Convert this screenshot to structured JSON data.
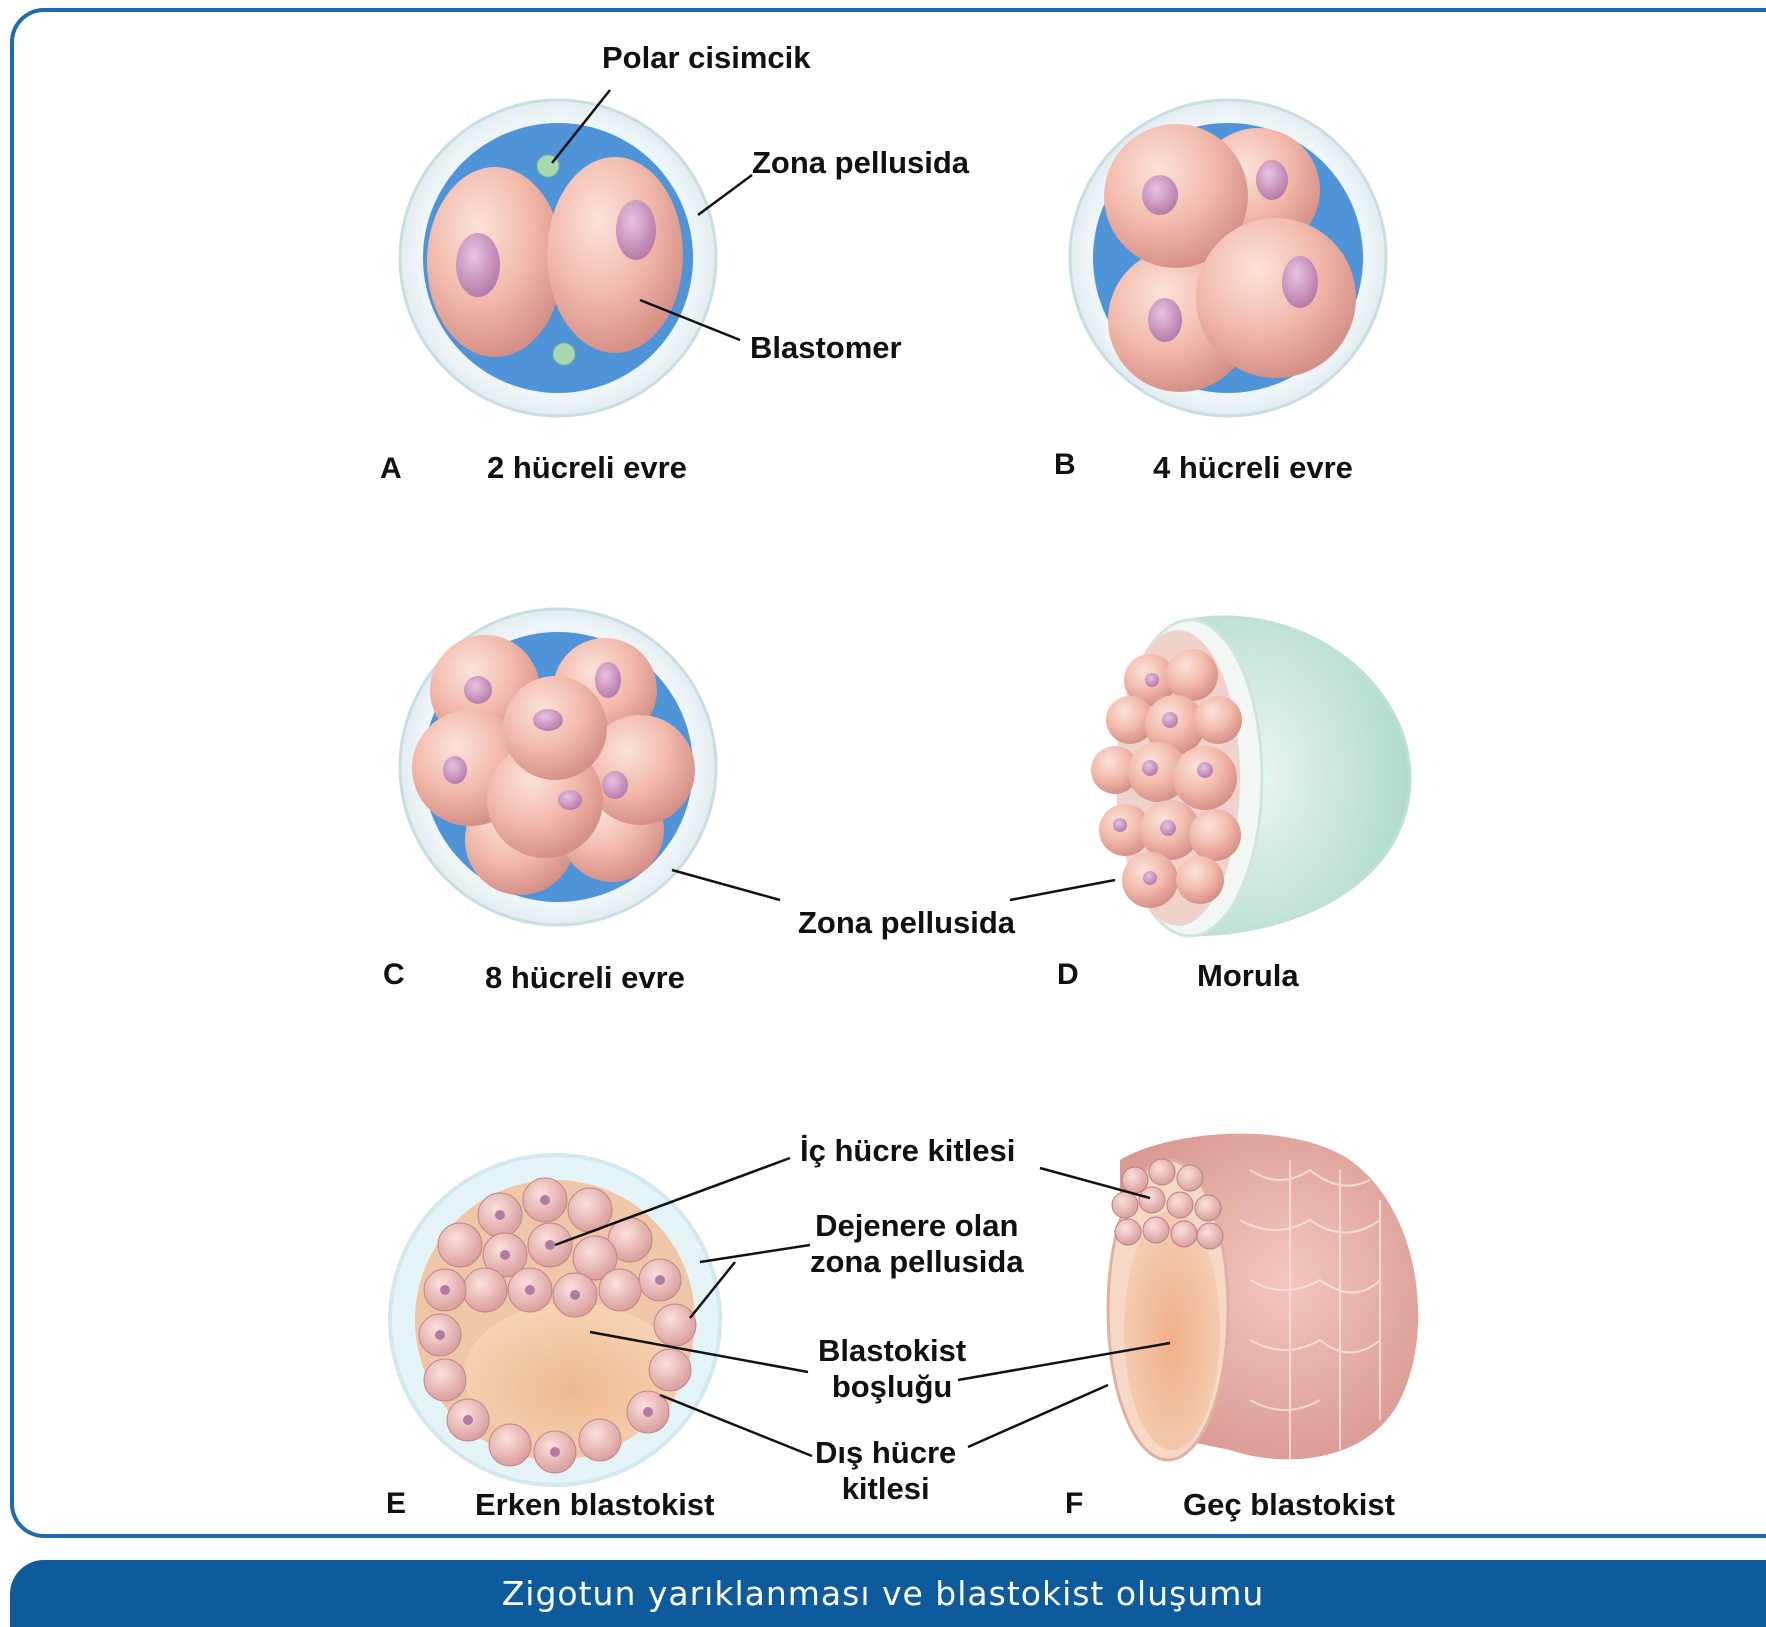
{
  "figure": {
    "panels": [
      {
        "letter": "A",
        "title": "2 hücreli evre"
      },
      {
        "letter": "B",
        "title": "4 hücreli evre"
      },
      {
        "letter": "C",
        "title": "8 hücreli evre"
      },
      {
        "letter": "D",
        "title": "Morula"
      },
      {
        "letter": "E",
        "title": "Erken blastokist"
      },
      {
        "letter": "F",
        "title": "Geç blastokist"
      }
    ],
    "labels": {
      "polar": "Polar cisimcik",
      "zona_a": "Zona pellusida",
      "blastomer": "Blastomer",
      "zona_cd": "Zona pellusida",
      "inner_mass": "İç hücre kitlesi",
      "degen_zona": "Dejenere olan\nzona pellusida",
      "cavity": "Blastokist\nboşluğu",
      "outer_mass": "Dış hücre\nkitlesi"
    },
    "caption": "Zigotun yarıklanması ve blastokist oluşumu",
    "colors": {
      "frame": "#1b6bb0",
      "caption_bar": "#0d5a9c",
      "zona_fluid": "#4f93d8",
      "cell": "#f4bfb3",
      "nucleus": "#c98ab6"
    }
  }
}
